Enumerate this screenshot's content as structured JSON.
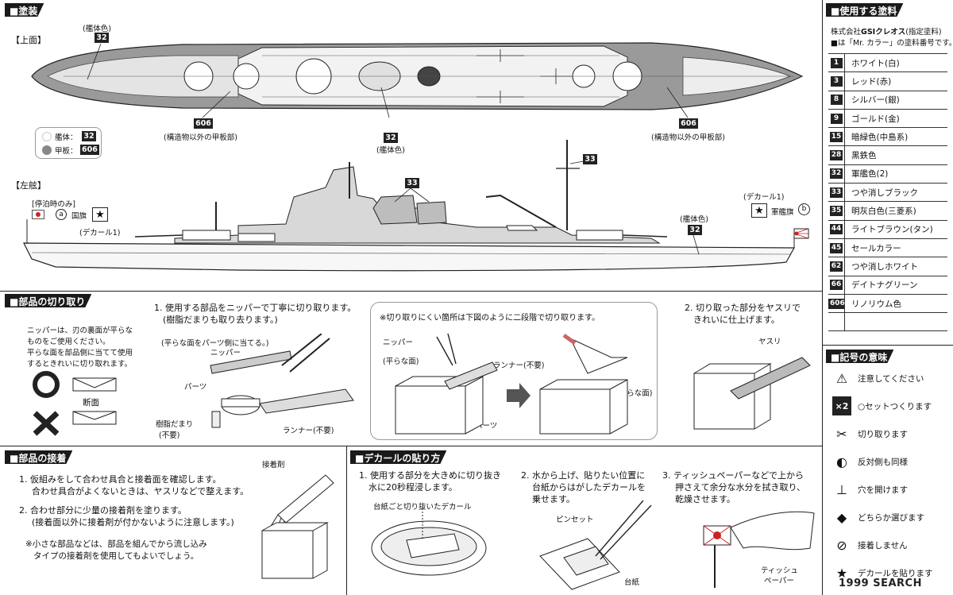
{
  "sections": {
    "painting": "塗装",
    "paints_used": "使用する塗料",
    "parts_cutting": "部品の切り取り",
    "symbols": "記号の意味",
    "gluing": "部品の接着",
    "decal": "デカールの貼り方"
  },
  "painting": {
    "top_view": "【上面】",
    "port_view": "【左舷】",
    "hull_color_label": "(艦体色)",
    "hull_color_label_mid": "(艦体色)",
    "hull_color_label_side": "(艦体色)",
    "tag_32": "32",
    "tag_606": "606",
    "tag_33": "33",
    "deck_other_left": "(構造物以外の甲板部)",
    "deck_other_right": "(構造物以外の甲板部)",
    "legend_hull": "艦体：",
    "legend_deck": "甲板：",
    "anchored_only": "[停泊時のみ]",
    "national_flag": "国旗",
    "marker_a": "a",
    "marker_b": "b",
    "decal1_left": "(デカール1)",
    "decal1_right": "(デカール1)",
    "ensign": "軍艦旗"
  },
  "paints": {
    "maker": "株式会社",
    "maker_brand": "GSIクレオス",
    "maker_note": "(指定塗料)",
    "note": "■は「Mr. カラー」の塗料番号です。",
    "items": [
      {
        "num": "1",
        "name": "ホワイト(白)"
      },
      {
        "num": "3",
        "name": "レッド(赤)"
      },
      {
        "num": "8",
        "name": "シルバー(銀)"
      },
      {
        "num": "9",
        "name": "ゴールド(金)"
      },
      {
        "num": "15",
        "name": "暗緑色(中島系)"
      },
      {
        "num": "28",
        "name": "黒鉄色"
      },
      {
        "num": "32",
        "name": "軍艦色(2)"
      },
      {
        "num": "33",
        "name": "つや消しブラック"
      },
      {
        "num": "35",
        "name": "明灰白色(三菱系)"
      },
      {
        "num": "44",
        "name": "ライトブラウン(タン)"
      },
      {
        "num": "45",
        "name": "セールカラー"
      },
      {
        "num": "62",
        "name": "つや消しホワイト"
      },
      {
        "num": "66",
        "name": "デイトナグリーン"
      },
      {
        "num": "606",
        "name": "リノリウム色"
      },
      {
        "num": "",
        "name": ""
      }
    ]
  },
  "symbols": [
    {
      "icon": "caution-icon",
      "label": "注意してください"
    },
    {
      "icon": "times-two-icon",
      "label": "○セットつくります"
    },
    {
      "icon": "cut-icon",
      "label": "切り取ります"
    },
    {
      "icon": "mirror-icon",
      "label": "反対側も同様"
    },
    {
      "icon": "drill-icon",
      "label": "穴を開けます"
    },
    {
      "icon": "choice-icon",
      "label": "どちらか選びます"
    },
    {
      "icon": "no-glue-icon",
      "label": "接着しません"
    },
    {
      "icon": "decal-icon",
      "label": "デカールを貼ります"
    }
  ],
  "cutting": {
    "nipper_note_1": "ニッパーは、刃の裏面が平らな",
    "nipper_note_2": "ものをご使用ください。",
    "nipper_note_3": "平らな面を部品側に当てて使用",
    "nipper_note_4": "するときれいに切り取れます。",
    "cross_section": "断面",
    "step1_1": "1. 使用する部品をニッパーで丁寧に切り取ります。",
    "step1_2": "(樹脂だまりも取り去ります。)",
    "flat_side_hint": "(平らな面をパーツ側に当てる。)",
    "nipper": "ニッパー",
    "parts": "パーツ",
    "resin_pool": "樹脂だまり",
    "not_needed": "(不要)",
    "runner_not_needed": "ランナー(不要)",
    "two_step_note": "※切り取りにくい箇所は下図のように二段階で切り取ります。",
    "nipper2": "ニッパー",
    "flat_side": "(平らな面)",
    "runner2": "ランナー(不要)",
    "parts2": "パーツ",
    "flat_side3": "(平らな面)",
    "step2_1": "2. 切り取った部分をヤスリで",
    "step2_2": "きれいに仕上げます。",
    "file": "ヤスリ"
  },
  "gluing": {
    "step1_1": "1. 仮組みをして合わせ具合と接着面を確認します。",
    "step1_2": "合わせ具合がよくないときは、ヤスリなどで整えます。",
    "step2_1": "2. 合わせ部分に少量の接着剤を塗ります。",
    "step2_2": "(接着面以外に接着剤が付かないように注意します。)",
    "note_1": "※小さな部品などは、部品を組んでから流し込み",
    "note_2": "タイプの接着剤を使用してもよいでしょう。",
    "adhesive": "接着剤"
  },
  "decal": {
    "step1_1": "1. 使用する部分を大きめに切り抜き",
    "step1_2": "水に20秒程浸します。",
    "cut_with_paper": "台紙ごと切り抜いたデカール",
    "step2_1": "2. 水から上げ、貼りたい位置に",
    "step2_2": "台紙からはがしたデカールを",
    "step2_3": "乗せます。",
    "tweezers": "ピンセット",
    "backing": "台紙",
    "step3_1": "3. ティッシュペーパーなどで上から",
    "step3_2": "押さえて余分な水分を拭き取り、",
    "step3_3": "乾燥させます。",
    "tissue_1": "ティッシュ",
    "tissue_2": "ペーパー"
  },
  "watermark": "1999 SEARCH",
  "colors": {
    "ink": "#1a1a1a",
    "hull": "#8f8f8f",
    "deck": "#b3b3b3"
  }
}
